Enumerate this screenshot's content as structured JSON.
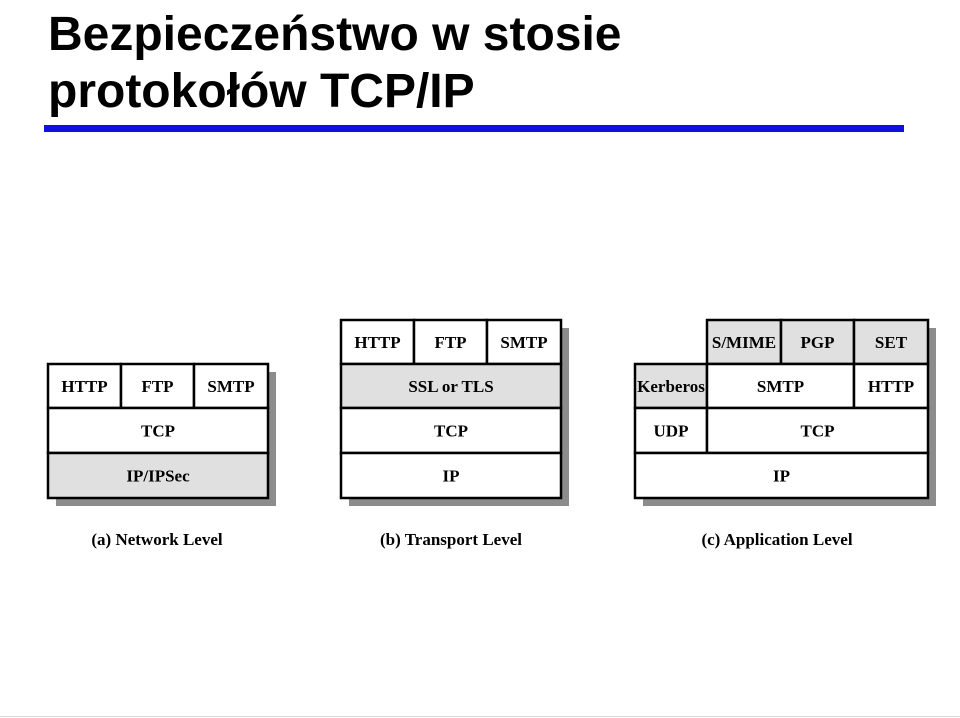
{
  "slide": {
    "title_line1": "Bezpieczeństwo w stosie",
    "title_line2": "protokołów TCP/IP",
    "accent_color": "#1010e0",
    "shaded_fill": "#e0e0e0",
    "shadow_color": "#8c8c8c"
  },
  "panels": [
    {
      "caption": "(a) Network Level",
      "cells": [
        {
          "label": "HTTP",
          "shaded": false
        },
        {
          "label": "FTP",
          "shaded": false
        },
        {
          "label": "SMTP",
          "shaded": false
        },
        {
          "label": "TCP",
          "shaded": false
        },
        {
          "label": "IP/IPSec",
          "shaded": true
        }
      ]
    },
    {
      "caption": "(b) Transport Level",
      "cells": [
        {
          "label": "HTTP",
          "shaded": false
        },
        {
          "label": "FTP",
          "shaded": false
        },
        {
          "label": "SMTP",
          "shaded": false
        },
        {
          "label": "SSL or TLS",
          "shaded": true
        },
        {
          "label": "TCP",
          "shaded": false
        },
        {
          "label": "IP",
          "shaded": false
        }
      ]
    },
    {
      "caption": "(c) Application Level",
      "cells": [
        {
          "label": "S/MIME",
          "shaded": true
        },
        {
          "label": "PGP",
          "shaded": true
        },
        {
          "label": "SET",
          "shaded": true
        },
        {
          "label": "Kerberos",
          "shaded": true
        },
        {
          "label": "SMTP",
          "shaded": false
        },
        {
          "label": "HTTP",
          "shaded": false
        },
        {
          "label": "UDP",
          "shaded": false
        },
        {
          "label": "TCP",
          "shaded": false
        },
        {
          "label": "IP",
          "shaded": false
        }
      ]
    }
  ]
}
